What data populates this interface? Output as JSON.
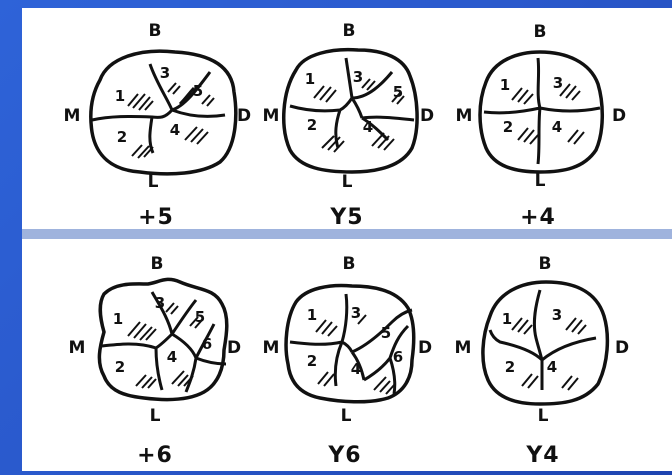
{
  "sides": {
    "buccal": "B",
    "lingual": "L",
    "mesial": "M",
    "distal": "D"
  },
  "teeth": [
    {
      "caption": "+5",
      "cusps": [
        "1",
        "2",
        "3",
        "4",
        "5"
      ]
    },
    {
      "caption": "Y5",
      "cusps": [
        "1",
        "2",
        "3",
        "4",
        "5"
      ]
    },
    {
      "caption": "+4",
      "cusps": [
        "1",
        "2",
        "3",
        "4"
      ]
    },
    {
      "caption": "+6",
      "cusps": [
        "1",
        "2",
        "3",
        "4",
        "5",
        "6"
      ]
    },
    {
      "caption": "Y6",
      "cusps": [
        "1",
        "2",
        "3",
        "4",
        "5",
        "6"
      ]
    },
    {
      "caption": "Y4",
      "cusps": [
        "1",
        "2",
        "3",
        "4"
      ]
    }
  ],
  "colors": {
    "background": "#2a59cc",
    "panel": "#ffffff",
    "ink": "#111111"
  }
}
